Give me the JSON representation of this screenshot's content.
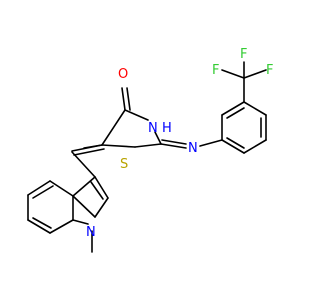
{
  "molecule": {
    "atoms": [
      {
        "id": "O",
        "label": "O",
        "color": "#ff0000"
      },
      {
        "id": "NH",
        "label": "N",
        "color": "#0000ff"
      },
      {
        "id": "H",
        "label": "H",
        "color": "#0000ff"
      },
      {
        "id": "S",
        "label": "S",
        "color": "#b8a300"
      },
      {
        "id": "Nim",
        "label": "N",
        "color": "#0000ff"
      },
      {
        "id": "Nin",
        "label": "N",
        "color": "#0000ff"
      },
      {
        "id": "F1",
        "label": "F",
        "color": "#33cc33"
      },
      {
        "id": "F2",
        "label": "F",
        "color": "#33cc33"
      },
      {
        "id": "F3",
        "label": "F",
        "color": "#33cc33"
      }
    ]
  }
}
